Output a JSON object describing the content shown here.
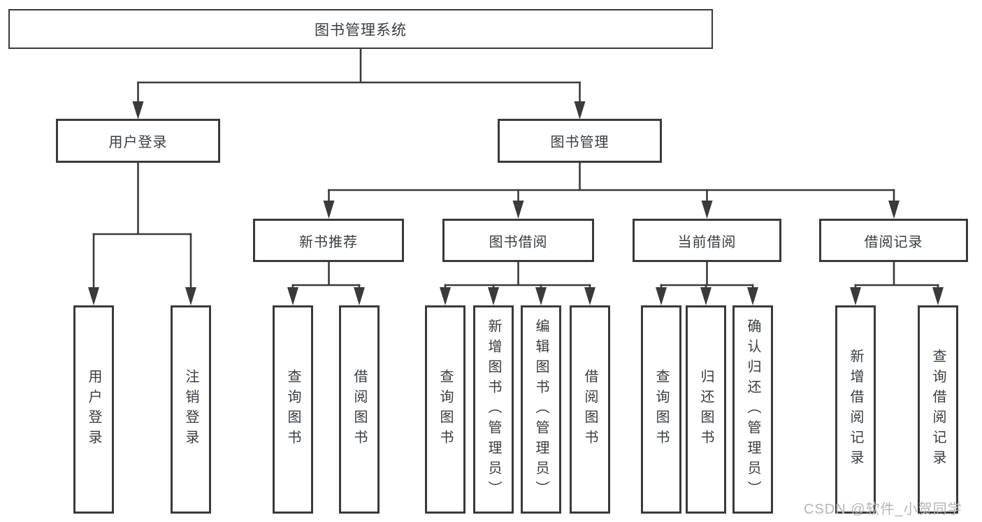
{
  "diagram_title": "图书管理系统",
  "tree": {
    "root": {
      "label": "图书管理系统"
    },
    "branches": [
      {
        "label": "用户登录",
        "children": [
          {
            "label": "用户登录"
          },
          {
            "label": "注销登录"
          }
        ]
      },
      {
        "label": "图书管理",
        "children": [
          {
            "label": "新书推荐",
            "children": [
              {
                "label": "查询图书"
              },
              {
                "label": "借阅图书"
              }
            ]
          },
          {
            "label": "图书借阅",
            "children": [
              {
                "label": "查询图书"
              },
              {
                "label": "新增图书（管理员）"
              },
              {
                "label": "编辑图书（管理员）"
              },
              {
                "label": "借阅图书"
              }
            ]
          },
          {
            "label": "当前借阅",
            "children": [
              {
                "label": "查询图书"
              },
              {
                "label": "归还图书"
              },
              {
                "label": "确认归还（管理员）"
              }
            ]
          },
          {
            "label": "借阅记录",
            "children": [
              {
                "label": "新增借阅记录"
              },
              {
                "label": "查询借阅记录"
              }
            ]
          }
        ]
      }
    ]
  },
  "colors": {
    "line": "#3a3a3a",
    "text": "#393d41",
    "watermark": "#b6b6b6",
    "background": "#ffffff"
  },
  "watermark": {
    "text": "CSDN @软件_小贺同学"
  }
}
